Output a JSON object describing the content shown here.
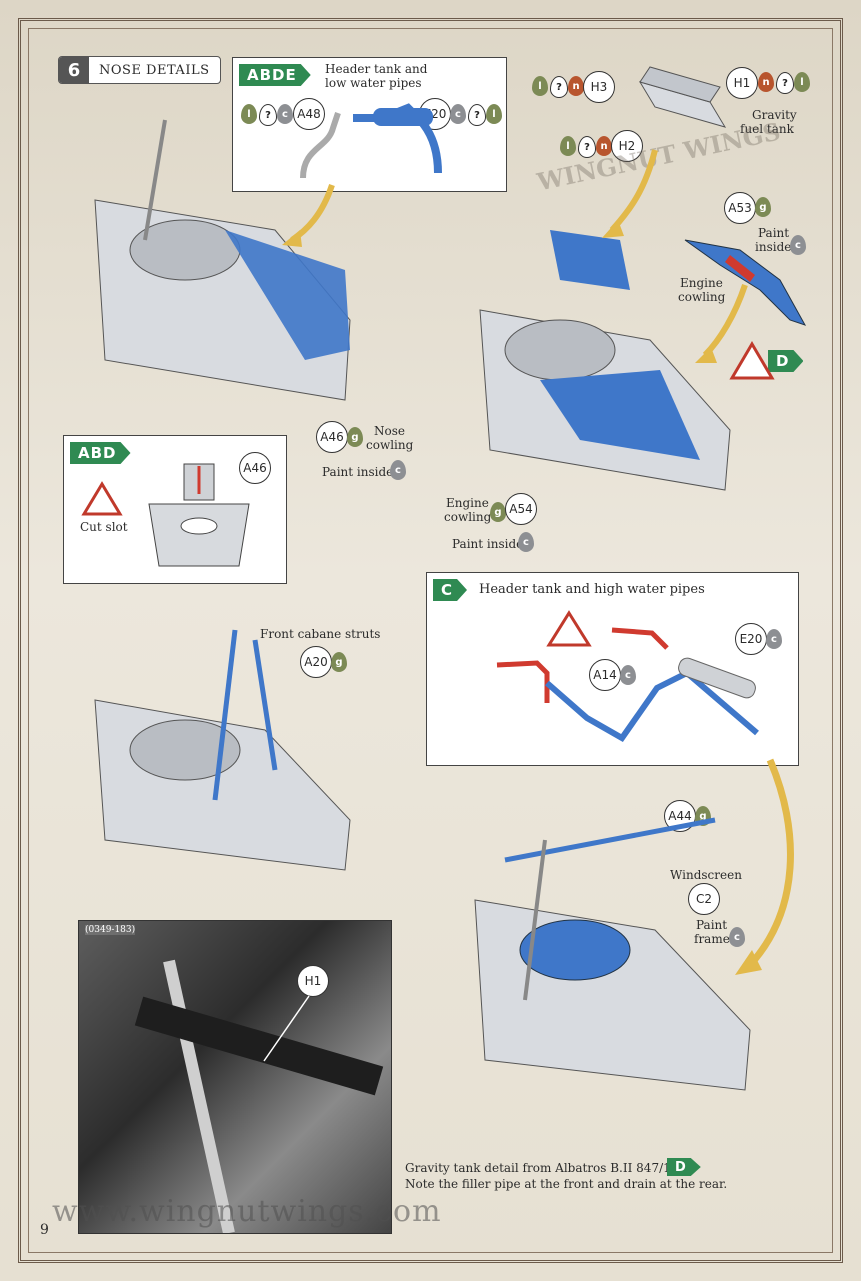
{
  "page": {
    "number": "9",
    "watermark": "www.wingnutwings.com",
    "bg_color": "#e9e4d8"
  },
  "step": {
    "number": "6",
    "title": "NOSE DETAILS"
  },
  "box_abde": {
    "tag": "ABDE",
    "title_line1": "Header tank and",
    "title_line2": "low water pipes",
    "part_a48": "A48",
    "part_e20": "E20"
  },
  "gravity": {
    "h3": "H3",
    "h2": "H2",
    "h1": "H1",
    "label_line1": "Gravity",
    "label_line2": "fuel tank",
    "watermark_logo": "WINGNUT WINGS"
  },
  "nose_cowling": {
    "part": "A46",
    "label_line1": "Nose",
    "label_line2": "cowling",
    "paint": "Paint inside"
  },
  "engine_cowling_top": {
    "part": "A53",
    "paint_line1": "Paint",
    "paint_line2": "inside",
    "label_line1": "Engine",
    "label_line2": "cowling",
    "version_tag": "D"
  },
  "engine_cowling_side": {
    "part": "A54",
    "label_line1": "Engine",
    "label_line2": "cowling",
    "paint": "Paint inside"
  },
  "box_abd": {
    "tag": "ABD",
    "cut_label": "Cut slot",
    "part": "A46"
  },
  "cabane": {
    "label": "Front cabane struts",
    "part": "A20"
  },
  "box_c": {
    "tag": "C",
    "title": "Header tank and high water pipes",
    "part_a14": "A14",
    "part_e20": "E20"
  },
  "windscreen": {
    "a44": "A44",
    "label": "Windscreen",
    "part": "C2",
    "paint_line1": "Paint",
    "paint_line2": "frame"
  },
  "photo": {
    "ref": "(0349-183)",
    "part": "H1",
    "caption_line1": "Gravity tank detail from Albatros B.II 847/15",
    "caption_tag": "D",
    "caption_line2": "Note the filler pipe at the front and drain at the rear."
  },
  "paint_codes": {
    "c": "c",
    "g": "g",
    "l": "l",
    "n": "n",
    "q": "?"
  },
  "colors": {
    "accent_green": "#2f8a52",
    "part_blue": "#3f77c9",
    "part_red": "#d03a2f",
    "arrow_yellow": "#e2b94a"
  }
}
